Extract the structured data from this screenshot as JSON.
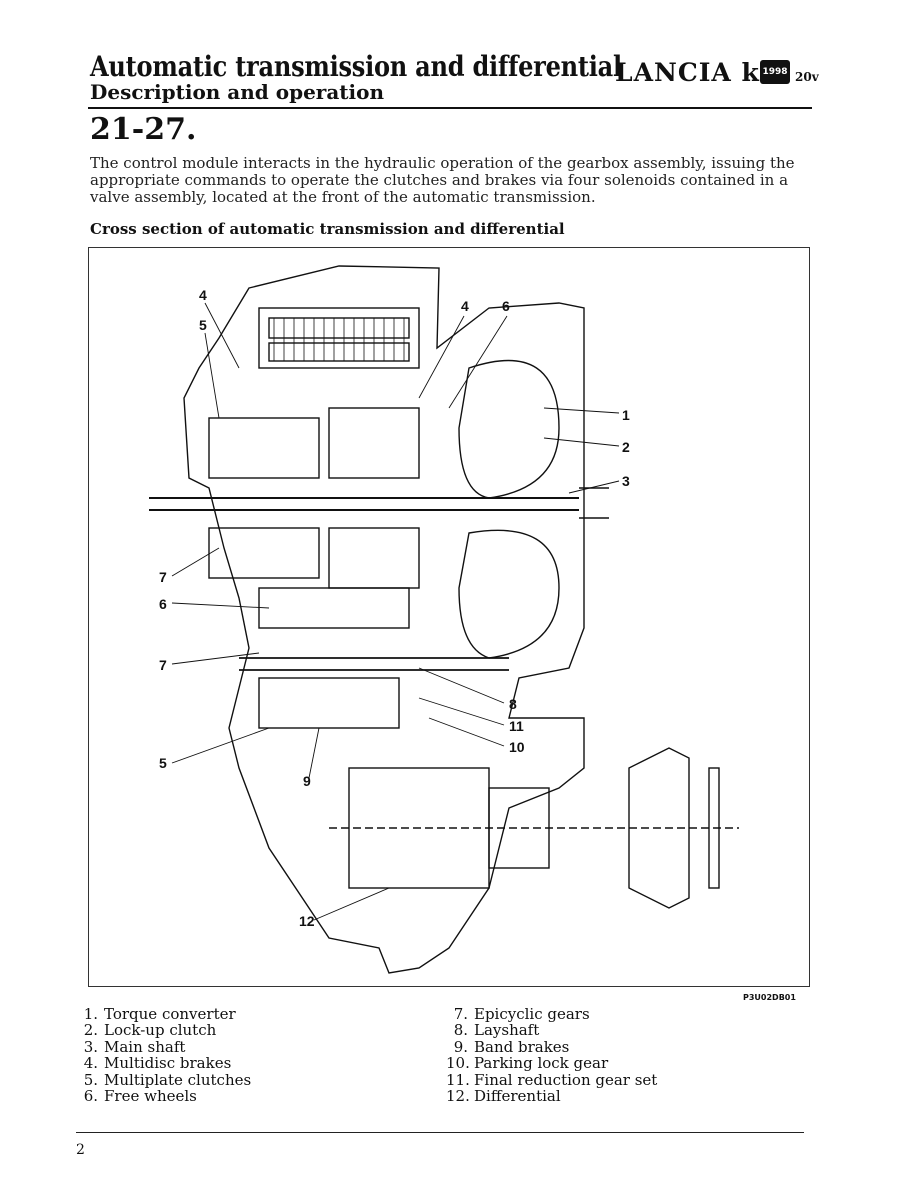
{
  "header": {
    "title": "Automatic transmission and differential",
    "subtitle": "Description and operation",
    "brand": "LANCIA k",
    "badge": "1998",
    "engine": "20v"
  },
  "section_number": "21-27.",
  "body_text": "The control module interacts in the hydraulic operation of the gearbox assembly, issuing the appropriate commands to operate the clutches and brakes via four solenoids contained in a valve assembly, located at the front of the automatic transmission.",
  "figure": {
    "caption": "Cross section of automatic transmission and differential",
    "code": "P3U02DB01",
    "callouts": [
      "4",
      "5",
      "4",
      "6",
      "1",
      "2",
      "3",
      "7",
      "6",
      "7",
      "8",
      "11",
      "10",
      "5",
      "9",
      "12"
    ]
  },
  "legend": {
    "left": [
      {
        "num": "1.",
        "label": "Torque converter"
      },
      {
        "num": "2.",
        "label": "Lock-up clutch"
      },
      {
        "num": "3.",
        "label": "Main shaft"
      },
      {
        "num": "4.",
        "label": "Multidisc brakes"
      },
      {
        "num": "5.",
        "label": "Multiplate clutches"
      },
      {
        "num": "6.",
        "label": "Free wheels"
      }
    ],
    "right": [
      {
        "num": "7.",
        "label": "Epicyclic gears"
      },
      {
        "num": "8.",
        "label": "Layshaft"
      },
      {
        "num": "9.",
        "label": "Band brakes"
      },
      {
        "num": "10.",
        "label": "Parking lock gear"
      },
      {
        "num": "11.",
        "label": "Final reduction gear set"
      },
      {
        "num": "12.",
        "label": "Differential"
      }
    ]
  },
  "page_number": "2"
}
